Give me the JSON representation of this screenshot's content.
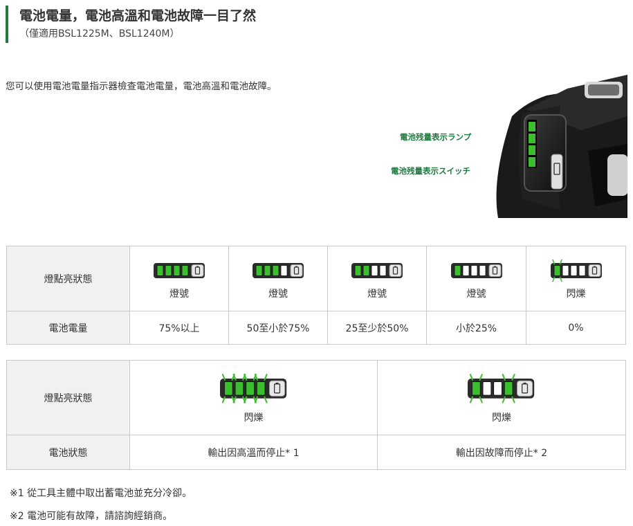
{
  "header": {
    "title": "電池電量，電池高溫和電池故障一目了然",
    "subtitle": "（僅適用BSL1225M、BSL1240M）"
  },
  "intro": "您可以使用電池電量指示器檢查電池電量，電池高溫和電池故障。",
  "product": {
    "callout_lamp": "電池残量表示ランプ",
    "callout_switch": "電池残量表示スイッチ"
  },
  "table1": {
    "row1_head": "燈點亮狀態",
    "row2_head": "電池電量",
    "columns": [
      {
        "state": "燈號",
        "value": "75%以上",
        "lit": [
          1,
          1,
          1,
          1
        ],
        "blink": [
          0,
          0,
          0,
          0
        ]
      },
      {
        "state": "燈號",
        "value": "50至小於75%",
        "lit": [
          1,
          1,
          1,
          0
        ],
        "blink": [
          0,
          0,
          0,
          0
        ]
      },
      {
        "state": "燈號",
        "value": "25至少於50%",
        "lit": [
          1,
          1,
          0,
          0
        ],
        "blink": [
          0,
          0,
          0,
          0
        ]
      },
      {
        "state": "燈號",
        "value": "小於25%",
        "lit": [
          1,
          0,
          0,
          0
        ],
        "blink": [
          0,
          0,
          0,
          0
        ]
      },
      {
        "state": "閃爍",
        "value": "0%",
        "lit": [
          1,
          0,
          0,
          0
        ],
        "blink": [
          1,
          0,
          0,
          0
        ]
      }
    ]
  },
  "table2": {
    "row1_head": "燈點亮狀態",
    "row2_head": "電池狀態",
    "columns": [
      {
        "state": "閃爍",
        "value": "輸出因高溫而停止* 1",
        "lit": [
          1,
          1,
          1,
          1
        ],
        "blink": [
          1,
          1,
          1,
          1
        ]
      },
      {
        "state": "閃爍",
        "value": "輸出因故障而停止* 2",
        "lit": [
          1,
          0,
          0,
          1
        ],
        "blink": [
          1,
          0,
          0,
          1
        ]
      }
    ]
  },
  "notes": [
    "※1  從工具主體中取出蓄電池並充分冷卻。",
    "※2  電池可能有故障，請諮詢經銷商。"
  ],
  "colors": {
    "accent": "#1f7a3f",
    "led_green": "#3bbf2e",
    "led_off": "#ffffff",
    "indicator_body": "#2b2b2b"
  }
}
